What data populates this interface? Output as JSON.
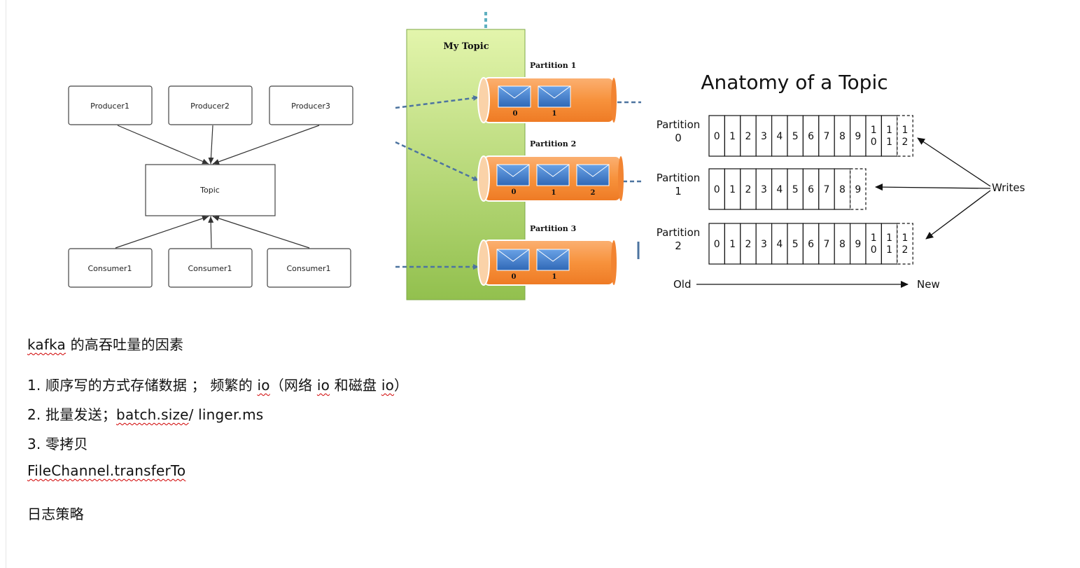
{
  "producer_consumer_diagram": {
    "producers": [
      "Producer1",
      "Producer2",
      "Producer3"
    ],
    "topic": "Topic",
    "consumers": [
      "Consumer1",
      "Consumer1",
      "Consumer1"
    ]
  },
  "my_topic_diagram": {
    "title": "My Topic",
    "partitions": [
      {
        "label": "Partition 1",
        "offsets": [
          "0",
          "1"
        ]
      },
      {
        "label": "Partition 2",
        "offsets": [
          "0",
          "1",
          "2"
        ]
      },
      {
        "label": "Partition 3",
        "offsets": [
          "0",
          "1"
        ]
      }
    ],
    "colors": {
      "topic_green": "#a6cd5c",
      "pipe_orange": "#f7923c",
      "envelope_blue": "#3a78c8",
      "arrow_blue": "#5b7fa6"
    }
  },
  "anatomy_diagram": {
    "title": "Anatomy of a Topic",
    "partitions": [
      {
        "label_line1": "Partition",
        "label_line2": "0",
        "cells": [
          "0",
          "1",
          "2",
          "3",
          "4",
          "5",
          "6",
          "7",
          "8",
          "9",
          "1\n0",
          "1\n1"
        ],
        "pending": "1\n2"
      },
      {
        "label_line1": "Partition",
        "label_line2": "1",
        "cells": [
          "0",
          "1",
          "2",
          "3",
          "4",
          "5",
          "6",
          "7",
          "8"
        ],
        "pending": "9"
      },
      {
        "label_line1": "Partition",
        "label_line2": "2",
        "cells": [
          "0",
          "1",
          "2",
          "3",
          "4",
          "5",
          "6",
          "7",
          "8",
          "9",
          "1\n0",
          "1\n1"
        ],
        "pending": "1\n2"
      }
    ],
    "writes_label": "Writes",
    "old_label": "Old",
    "new_label": "New"
  },
  "notes": {
    "heading_word": "kafka",
    "heading_rest": " 的高吞吐量的因素",
    "item1_a": "1. 顺序写的方式存储数据 ； 频繁的 ",
    "item1_io1": "io",
    "item1_b": "（网络 ",
    "item1_io2": "io",
    "item1_c": " 和磁盘 ",
    "item1_io3": "io",
    "item1_d": "）",
    "item2_a": "2. 批量发送；",
    "item2_batch": "batch.size",
    "item2_b": "/ linger.ms",
    "item3": "3. 零拷贝",
    "item4": "FileChannel.transferTo",
    "item5": "日志策略"
  }
}
